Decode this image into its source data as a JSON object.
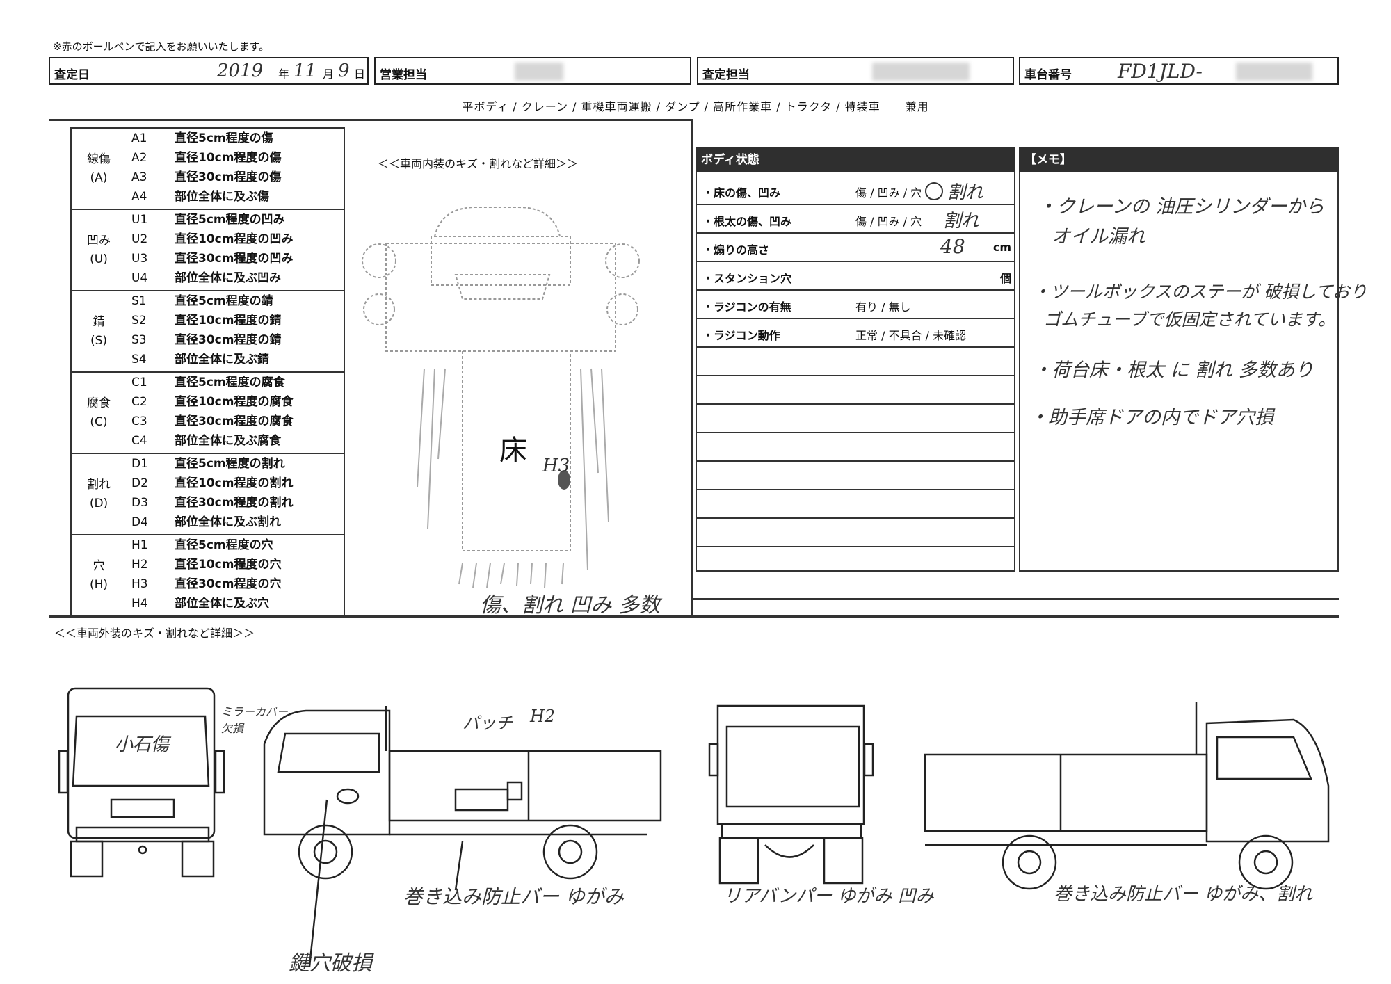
{
  "instruction": "※赤のボールペンで記入をお願いいたします。",
  "header": {
    "date_label": "査定日",
    "date_year": "2019",
    "date_year_unit": "年",
    "date_month": "11",
    "date_month_unit": "月",
    "date_day": "9",
    "date_day_unit": "日",
    "sales_label": "営業担当",
    "appraiser_label": "査定担当",
    "vehicle_no_label": "車台番号",
    "vehicle_no_value": "FD1JLD-"
  },
  "vehicle_types": [
    "平ボディ / クレーン / 重機車両運搬 / ダンプ / 高所作業車 / トラクタ / 特装車",
    "兼用"
  ],
  "legend": [
    {
      "name": "線傷",
      "code": "(A)",
      "rows": [
        {
          "code": "A1",
          "desc": "直径5cm程度の傷"
        },
        {
          "code": "A2",
          "desc": "直径10cm程度の傷"
        },
        {
          "code": "A3",
          "desc": "直径30cm程度の傷"
        },
        {
          "code": "A4",
          "desc": "部位全体に及ぶ傷"
        }
      ]
    },
    {
      "name": "凹み",
      "code": "(U)",
      "rows": [
        {
          "code": "U1",
          "desc": "直径5cm程度の凹み"
        },
        {
          "code": "U2",
          "desc": "直径10cm程度の凹み"
        },
        {
          "code": "U3",
          "desc": "直径30cm程度の凹み"
        },
        {
          "code": "U4",
          "desc": "部位全体に及ぶ凹み"
        }
      ]
    },
    {
      "name": "錆",
      "code": "(S)",
      "rows": [
        {
          "code": "S1",
          "desc": "直径5cm程度の錆"
        },
        {
          "code": "S2",
          "desc": "直径10cm程度の錆"
        },
        {
          "code": "S3",
          "desc": "直径30cm程度の錆"
        },
        {
          "code": "S4",
          "desc": "部位全体に及ぶ錆"
        }
      ]
    },
    {
      "name": "腐食",
      "code": "(C)",
      "rows": [
        {
          "code": "C1",
          "desc": "直径5cm程度の腐食"
        },
        {
          "code": "C2",
          "desc": "直径10cm程度の腐食"
        },
        {
          "code": "C3",
          "desc": "直径30cm程度の腐食"
        },
        {
          "code": "C4",
          "desc": "部位全体に及ぶ腐食"
        }
      ]
    },
    {
      "name": "割れ",
      "code": "(D)",
      "rows": [
        {
          "code": "D1",
          "desc": "直径5cm程度の割れ"
        },
        {
          "code": "D2",
          "desc": "直径10cm程度の割れ"
        },
        {
          "code": "D3",
          "desc": "直径30cm程度の割れ"
        },
        {
          "code": "D4",
          "desc": "部位全体に及ぶ割れ"
        }
      ]
    },
    {
      "name": "穴",
      "code": "(H)",
      "rows": [
        {
          "code": "H1",
          "desc": "直径5cm程度の穴"
        },
        {
          "code": "H2",
          "desc": "直径10cm程度の穴"
        },
        {
          "code": "H3",
          "desc": "直径30cm程度の穴"
        },
        {
          "code": "H4",
          "desc": "部位全体に及ぶ穴"
        }
      ]
    }
  ],
  "interior": {
    "title": "＜＜車両内装のキズ・割れなど詳細＞＞",
    "floor_label": "床",
    "h3_mark": "H3",
    "note": "傷、割れ 凹み 多数"
  },
  "body_status": {
    "title": "ボディ状態",
    "rows": [
      {
        "label": "・床の傷、凹み",
        "value": "傷 / 凹み / 穴",
        "written": "割れ",
        "unit": ""
      },
      {
        "label": "・根太の傷、凹み",
        "value": "傷 / 凹み / 穴",
        "written": "割れ",
        "unit": ""
      },
      {
        "label": "・煽りの高さ",
        "value": "",
        "written": "48",
        "unit": "cm"
      },
      {
        "label": "・スタンション穴",
        "value": "",
        "written": "",
        "unit": "個"
      },
      {
        "label": "・ラジコンの有無",
        "value": "有り / 無し",
        "written": "",
        "unit": ""
      },
      {
        "label": "・ラジコン動作",
        "value": "正常 / 不具合 / 未確認",
        "written": "",
        "unit": ""
      }
    ]
  },
  "memo": {
    "title": "【メモ】",
    "lines": [
      "・クレーンの 油圧シリンダーから",
      "オイル漏れ",
      "・ツールボックスのステーが 破損しており",
      "ゴムチューブで仮固定されています。",
      "・荷台床・根太 に 割れ 多数あり",
      "・助手席ドアの内でドア穴損"
    ]
  },
  "exterior": {
    "title": "＜＜車両外装のキズ・割れなど詳細＞＞",
    "front_windshield": "小石傷",
    "mirror_note": "ミラーカバー 欠損",
    "patch": "パッチ",
    "h2": "H2",
    "underrun_left": "巻き込み防止バー ゆがみ",
    "keyhole": "鍵穴破損",
    "rear_bumper": "リアバンパー ゆがみ 凹み",
    "underrun_right": "巻き込み防止バー ゆがみ、割れ"
  }
}
